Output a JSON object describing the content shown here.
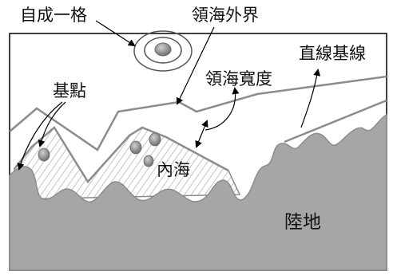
{
  "labels": {
    "island": "自成一格",
    "outer_limit": "領海外界",
    "straight_baseline": "直線基線",
    "territorial_sea_width": "領海寬度",
    "base_points": "基點",
    "internal_waters": "內海",
    "land": "陸地"
  },
  "colors": {
    "land_fill": "#a6a6a6",
    "line_stroke": "#8c8c8c",
    "hatch": "#a0a0a0",
    "arrow": "#000000",
    "text": "#111111"
  }
}
